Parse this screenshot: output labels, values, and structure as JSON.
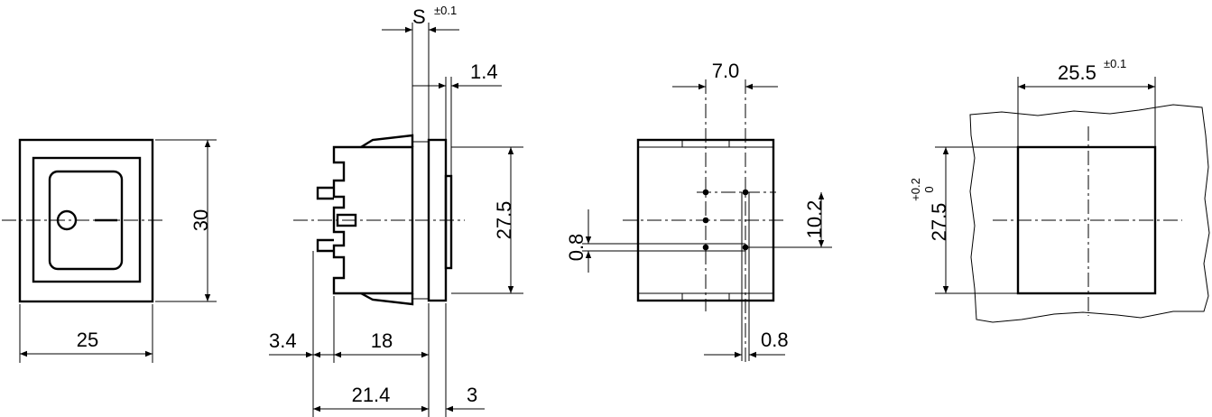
{
  "views": {
    "front": {
      "width": "25",
      "height": "30",
      "rocker_symbols": {
        "off": "O",
        "on": "I"
      }
    },
    "side": {
      "thickness": "S",
      "thickness_tolerance": "±0.1",
      "flange": "1.4",
      "height": "27.5",
      "offset": "3.4",
      "body_depth": "18",
      "total_depth": "21.4",
      "bezel": "3"
    },
    "pins": {
      "pitch_x": "7.0",
      "pitch_y": "10.2",
      "pin_size_v": "0.8",
      "pin_size_h": "0.8"
    },
    "cutout": {
      "width": "25.5",
      "width_tolerance": "±0.1",
      "height": "27.5",
      "height_tol_upper": "+0.2",
      "height_tol_lower": "0"
    }
  }
}
